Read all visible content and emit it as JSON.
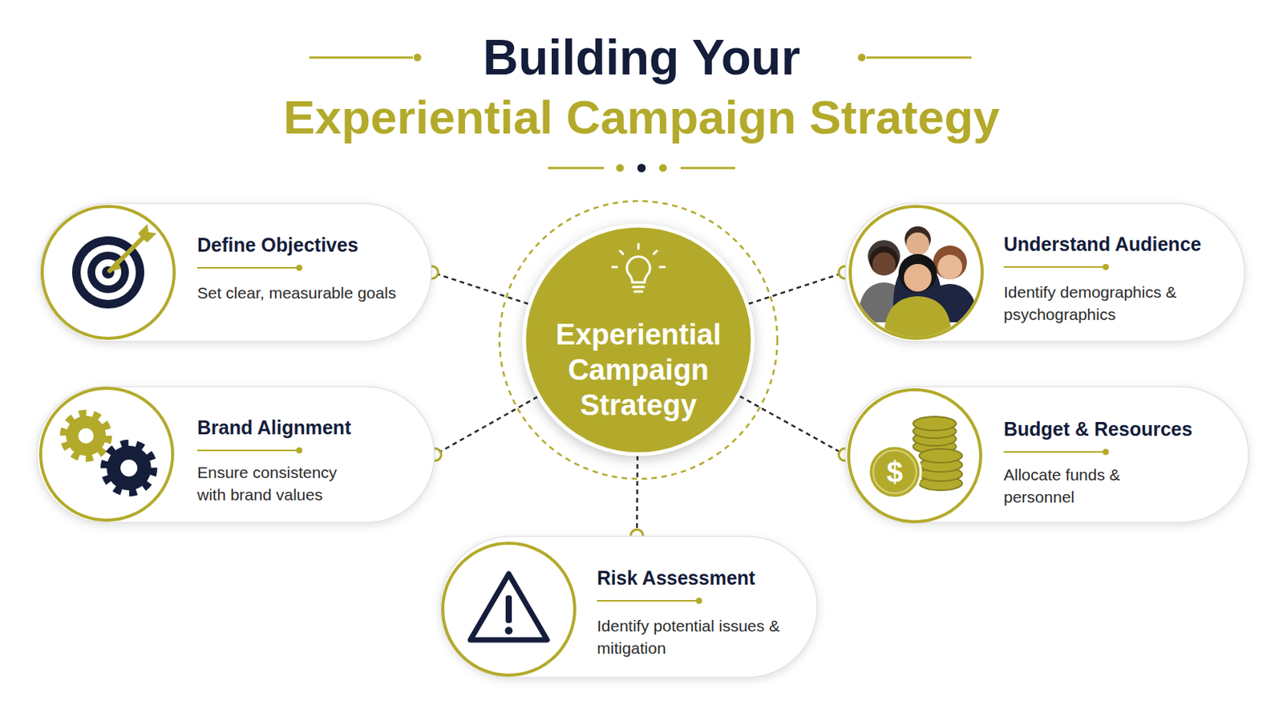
{
  "diagram": {
    "title": "Building Your",
    "nodes": [
      {
        "text": [
          "Define Objectives",
          "Set clear, measurable goals"
        ]
      },
      {
        "text": [
          "Experiential Campaign Strategy"
        ]
      },
      {
        "text": [
          "Understand Audience",
          "Identify demographics & psychographics"
        ]
      },
      {
        "text": [
          "Brand Alignment",
          "Ensure consistency with brand values"
        ]
      },
      {
        "text": [
          "Budget & Resources",
          "Allocate funds & personnel"
        ]
      },
      {
        "text": [
          "Risk Assessment",
          "Identify potential issues & mitigation"
        ]
      }
    ],
    "edges": [
      {
        "from": 1,
        "to": 0,
        "arrow": "none"
      },
      {
        "from": 1,
        "to": 2,
        "arrow": "none"
      },
      {
        "from": 1,
        "to": 3,
        "arrow": "none"
      },
      {
        "from": 1,
        "to": 4,
        "arrow": "none"
      },
      {
        "from": 1,
        "to": 5,
        "arrow": "none"
      }
    ],
    "labels": [
      "Experiential Campaign Strategy",
      "$"
    ]
  }
}
